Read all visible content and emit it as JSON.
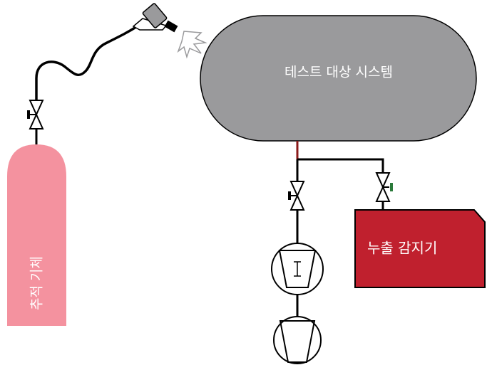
{
  "system": {
    "label": "테스트 대상 시스템",
    "fill_color": "#9a9a9c"
  },
  "tracer_gas": {
    "label": "추적 기체",
    "fill_color": "#f4929f"
  },
  "leak_detector": {
    "label": "누출 감지기",
    "fill_color": "#c0202e"
  },
  "line_colors": {
    "pipe": "#000000",
    "test_line": "#8b1a1a"
  },
  "components": {
    "spray_gun": "spray-gun-icon",
    "gas_valve": "valve-icon",
    "pump_valve": "valve-icon",
    "detector_valve": "valve-icon",
    "turbo_pump": "turbo-pump-icon",
    "backing_pump": "roughing-pump-icon",
    "spray_mist": "gas-spray-icon"
  }
}
